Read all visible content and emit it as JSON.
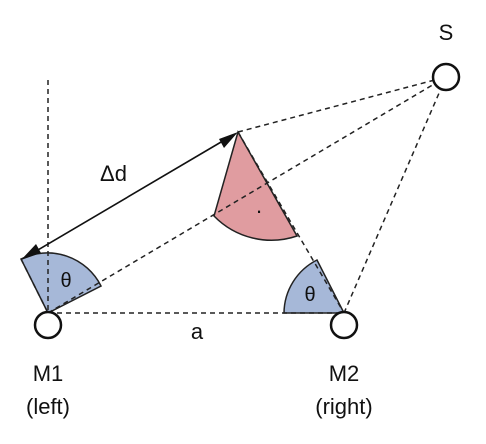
{
  "diagram": {
    "nodes": {
      "source": {
        "label": "S"
      },
      "mic_left": {
        "label": "M1",
        "sublabel": "(left)"
      },
      "mic_right": {
        "label": "M2",
        "sublabel": "(right)"
      }
    },
    "labels": {
      "path_difference": "Δd",
      "spacing": "a",
      "angle_left": "θ",
      "angle_right": "θ",
      "right_angle_mark": "·"
    },
    "colors": {
      "angle_fill": "#a6b8d8",
      "right_angle_fill": "#e09ca0",
      "line": "#222222"
    }
  }
}
